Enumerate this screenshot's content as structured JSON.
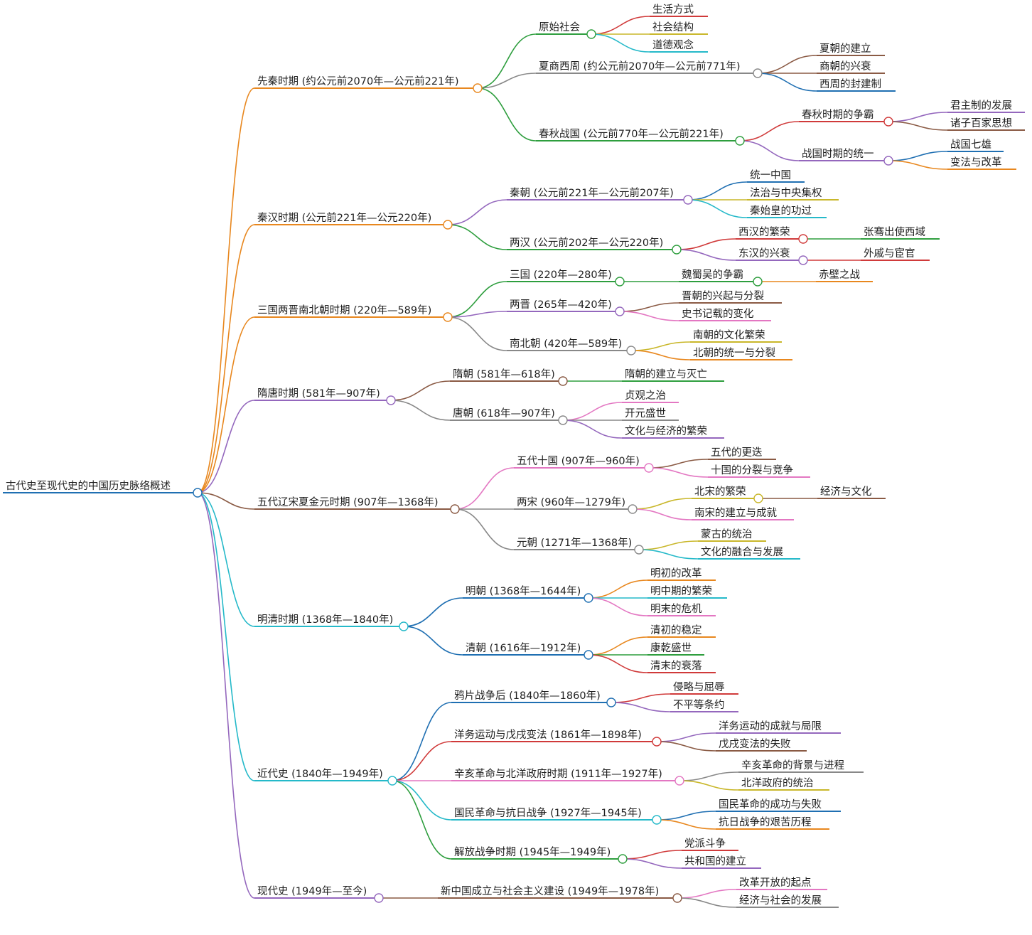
{
  "root": {
    "label": "古代史至现代史的中国历史脉络概述",
    "color": "#1f6fb2",
    "children": [
      {
        "label": "先秦时期 (约公元前2070年—公元前221年)",
        "color": "#e8871e",
        "children": [
          {
            "label": "原始社会",
            "color": "#2e9e3e",
            "children": [
              {
                "label": "生活方式",
                "color": "#d03a3a"
              },
              {
                "label": "社会结构",
                "color": "#c9b72a"
              },
              {
                "label": "道德观念",
                "color": "#25b9c9"
              }
            ]
          },
          {
            "label": "夏商西周 (约公元前2070年—公元前771年)",
            "color": "#888888",
            "children": [
              {
                "label": "夏朝的建立",
                "color": "#8a5a44"
              },
              {
                "label": "商朝的兴衰",
                "color": "#8a5a44"
              },
              {
                "label": "西周的封建制",
                "color": "#1f6fb2"
              }
            ]
          },
          {
            "label": "春秋战国 (公元前770年—公元前221年)",
            "color": "#2e9e3e",
            "children": [
              {
                "label": "春秋时期的争霸",
                "color": "#d03a3a",
                "children": [
                  {
                    "label": "君主制的发展",
                    "color": "#9467bd"
                  },
                  {
                    "label": "诸子百家思想",
                    "color": "#8a5a44"
                  }
                ]
              },
              {
                "label": "战国时期的统一",
                "color": "#9467bd",
                "children": [
                  {
                    "label": "战国七雄",
                    "color": "#1f6fb2"
                  },
                  {
                    "label": "变法与改革",
                    "color": "#e8871e"
                  }
                ]
              }
            ]
          }
        ]
      },
      {
        "label": "秦汉时期 (公元前221年—公元220年)",
        "color": "#e8871e",
        "children": [
          {
            "label": "秦朝 (公元前221年—公元前207年)",
            "color": "#9467bd",
            "children": [
              {
                "label": "统一中国",
                "color": "#1f6fb2"
              },
              {
                "label": "法治与中央集权",
                "color": "#c9b72a"
              },
              {
                "label": "秦始皇的功过",
                "color": "#25b9c9"
              }
            ]
          },
          {
            "label": "两汉 (公元前202年—公元220年)",
            "color": "#2e9e3e",
            "children": [
              {
                "label": "西汉的繁荣",
                "color": "#d03a3a",
                "children": [
                  {
                    "label": "张骞出使西域",
                    "color": "#2e9e3e"
                  }
                ]
              },
              {
                "label": "东汉的兴衰",
                "color": "#9467bd",
                "children": [
                  {
                    "label": "外戚与宦官",
                    "color": "#d03a3a"
                  }
                ]
              }
            ]
          }
        ]
      },
      {
        "label": "三国两晋南北朝时期 (220年—589年)",
        "color": "#e8871e",
        "children": [
          {
            "label": "三国 (220年—280年)",
            "color": "#2e9e3e",
            "children": [
              {
                "label": "魏蜀吴的争霸",
                "color": "#2e9e3e",
                "children": [
                  {
                    "label": "赤壁之战",
                    "color": "#e8871e"
                  }
                ]
              }
            ]
          },
          {
            "label": "两晋 (265年—420年)",
            "color": "#9467bd",
            "children": [
              {
                "label": "晋朝的兴起与分裂",
                "color": "#8a5a44"
              },
              {
                "label": "史书记载的变化",
                "color": "#e377c2"
              }
            ]
          },
          {
            "label": "南北朝 (420年—589年)",
            "color": "#888888",
            "children": [
              {
                "label": "南朝的文化繁荣",
                "color": "#c9b72a"
              },
              {
                "label": "北朝的统一与分裂",
                "color": "#e8871e"
              }
            ]
          }
        ]
      },
      {
        "label": "隋唐时期 (581年—907年)",
        "color": "#9467bd",
        "children": [
          {
            "label": "隋朝 (581年—618年)",
            "color": "#8a5a44",
            "children": [
              {
                "label": "隋朝的建立与灭亡",
                "color": "#2e9e3e"
              }
            ]
          },
          {
            "label": "唐朝 (618年—907年)",
            "color": "#888888",
            "children": [
              {
                "label": "贞观之治",
                "color": "#e377c2"
              },
              {
                "label": "开元盛世",
                "color": "#888888"
              },
              {
                "label": "文化与经济的繁荣",
                "color": "#9467bd"
              }
            ]
          }
        ]
      },
      {
        "label": "五代辽宋夏金元时期 (907年—1368年)",
        "color": "#8a5a44",
        "children": [
          {
            "label": "五代十国 (907年—960年)",
            "color": "#e377c2",
            "children": [
              {
                "label": "五代的更迭",
                "color": "#8a5a44"
              },
              {
                "label": "十国的分裂与竞争",
                "color": "#e377c2"
              }
            ]
          },
          {
            "label": "两宋 (960年—1279年)",
            "color": "#888888",
            "children": [
              {
                "label": "北宋的繁荣",
                "color": "#c9b72a",
                "children": [
                  {
                    "label": "经济与文化",
                    "color": "#8a5a44"
                  }
                ]
              },
              {
                "label": "南宋的建立与成就",
                "color": "#e377c2"
              }
            ]
          },
          {
            "label": "元朝 (1271年—1368年)",
            "color": "#888888",
            "children": [
              {
                "label": "蒙古的统治",
                "color": "#c9b72a"
              },
              {
                "label": "文化的融合与发展",
                "color": "#25b9c9"
              }
            ]
          }
        ]
      },
      {
        "label": "明清时期 (1368年—1840年)",
        "color": "#25b9c9",
        "children": [
          {
            "label": "明朝 (1368年—1644年)",
            "color": "#1f6fb2",
            "children": [
              {
                "label": "明初的改革",
                "color": "#e8871e"
              },
              {
                "label": "明中期的繁荣",
                "color": "#25b9c9"
              },
              {
                "label": "明末的危机",
                "color": "#e377c2"
              }
            ]
          },
          {
            "label": "清朝 (1616年—1912年)",
            "color": "#1f6fb2",
            "children": [
              {
                "label": "清初的稳定",
                "color": "#e8871e"
              },
              {
                "label": "康乾盛世",
                "color": "#2e9e3e"
              },
              {
                "label": "清末的衰落",
                "color": "#d03a3a"
              }
            ]
          }
        ]
      },
      {
        "label": "近代史 (1840年—1949年)",
        "color": "#25b9c9",
        "children": [
          {
            "label": "鸦片战争后 (1840年—1860年)",
            "color": "#1f6fb2",
            "children": [
              {
                "label": "侵略与屈辱",
                "color": "#d03a3a"
              },
              {
                "label": "不平等条约",
                "color": "#9467bd"
              }
            ]
          },
          {
            "label": "洋务运动与戊戌变法 (1861年—1898年)",
            "color": "#d03a3a",
            "children": [
              {
                "label": "洋务运动的成就与局限",
                "color": "#9467bd"
              },
              {
                "label": "戊戌变法的失败",
                "color": "#8a5a44"
              }
            ]
          },
          {
            "label": "辛亥革命与北洋政府时期 (1911年—1927年)",
            "color": "#e377c2",
            "children": [
              {
                "label": "辛亥革命的背景与进程",
                "color": "#888888"
              },
              {
                "label": "北洋政府的统治",
                "color": "#c9b72a"
              }
            ]
          },
          {
            "label": "国民革命与抗日战争 (1927年—1945年)",
            "color": "#25b9c9",
            "children": [
              {
                "label": "国民革命的成功与失败",
                "color": "#1f6fb2"
              },
              {
                "label": "抗日战争的艰苦历程",
                "color": "#e8871e"
              }
            ]
          },
          {
            "label": "解放战争时期 (1945年—1949年)",
            "color": "#2e9e3e",
            "children": [
              {
                "label": "党派斗争",
                "color": "#d03a3a"
              },
              {
                "label": "共和国的建立",
                "color": "#9467bd"
              }
            ]
          }
        ]
      },
      {
        "label": "现代史 (1949年—至今)",
        "color": "#9467bd",
        "children": [
          {
            "label": "新中国成立与社会主义建设 (1949年—1978年)",
            "color": "#8a5a44",
            "children": [
              {
                "label": "改革开放的起点",
                "color": "#e377c2"
              },
              {
                "label": "经济与社会的发展",
                "color": "#888888"
              }
            ]
          }
        ]
      }
    ]
  }
}
